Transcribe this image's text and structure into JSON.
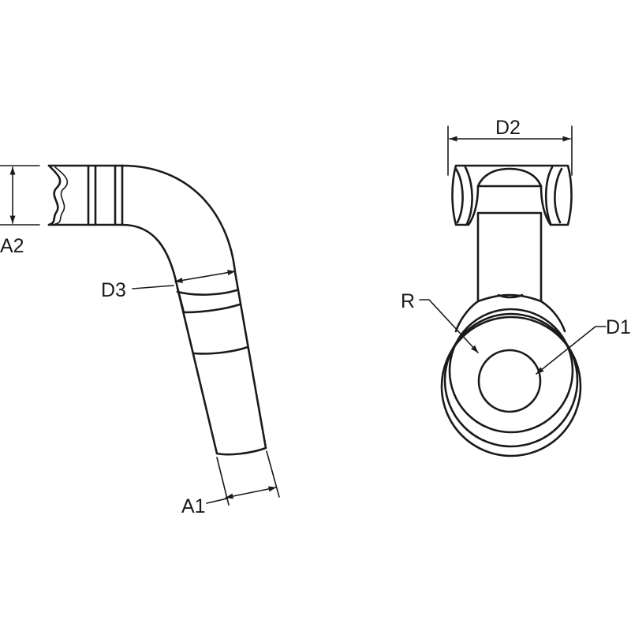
{
  "labels": {
    "a2": "A2",
    "d3": "D3",
    "a1": "A1",
    "d2": "D2",
    "r": "R",
    "d1": "D1"
  },
  "colors": {
    "line": "#1a1a1a",
    "background": "#ffffff"
  }
}
